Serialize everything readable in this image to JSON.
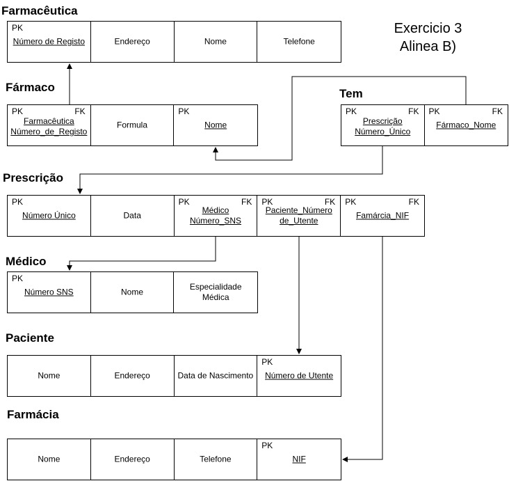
{
  "heading": {
    "line1": "Exercicio 3",
    "line2": "Alinea B)"
  },
  "tables": [
    {
      "key": "farmaceutica",
      "title": "Farmacêutica",
      "cells": [
        {
          "label": "Número de Registo",
          "underline": true,
          "pk": "PK"
        },
        {
          "label": "Endereço"
        },
        {
          "label": "Nome"
        },
        {
          "label": "Telefone"
        }
      ]
    },
    {
      "key": "farmaco",
      "title": "Fármaco",
      "cells": [
        {
          "label": "Farmacêutica\nNúmero_de_Registo",
          "underline": true,
          "pk": "PK",
          "fk": "FK"
        },
        {
          "label": "Formula"
        },
        {
          "label": "Nome",
          "underline": true,
          "pk": "PK"
        }
      ]
    },
    {
      "key": "tem",
      "title": "Tem",
      "cells": [
        {
          "label": "Prescrição\nNúmero_Único",
          "underline": true,
          "pk": "PK",
          "fk": "FK"
        },
        {
          "label": "Fármaco_Nome",
          "underline": true,
          "pk": "PK",
          "fk": "FK"
        }
      ]
    },
    {
      "key": "prescricao",
      "title": "Prescrição",
      "cells": [
        {
          "label": "Número Único",
          "underline": true,
          "pk": "PK"
        },
        {
          "label": "Data"
        },
        {
          "label": "Médico\nNúmero_SNS",
          "underline": true,
          "pk": "PK",
          "fk": "FK"
        },
        {
          "label": "Paciente_Número\nde_Utente",
          "underline": true,
          "pk": "PK",
          "fk": "FK"
        },
        {
          "label": "Famárcia_NIF",
          "underline": true,
          "pk": "PK",
          "fk": "FK"
        }
      ]
    },
    {
      "key": "medico",
      "title": "Médico",
      "cells": [
        {
          "label": "Número SNS",
          "underline": true,
          "pk": "PK"
        },
        {
          "label": "Nome"
        },
        {
          "label": "Especialidade\nMédica"
        }
      ]
    },
    {
      "key": "paciente",
      "title": "Paciente",
      "cells": [
        {
          "label": "Nome"
        },
        {
          "label": "Endereço"
        },
        {
          "label": "Data de Nascimento"
        },
        {
          "label": "Número de Utente",
          "underline": true,
          "pk": "PK"
        }
      ]
    },
    {
      "key": "farmacia",
      "title": "Farmácia",
      "cells": [
        {
          "label": "Nome"
        },
        {
          "label": "Endereço"
        },
        {
          "label": "Telefone"
        },
        {
          "label": "NIF",
          "underline": true,
          "pk": "PK"
        }
      ]
    }
  ]
}
